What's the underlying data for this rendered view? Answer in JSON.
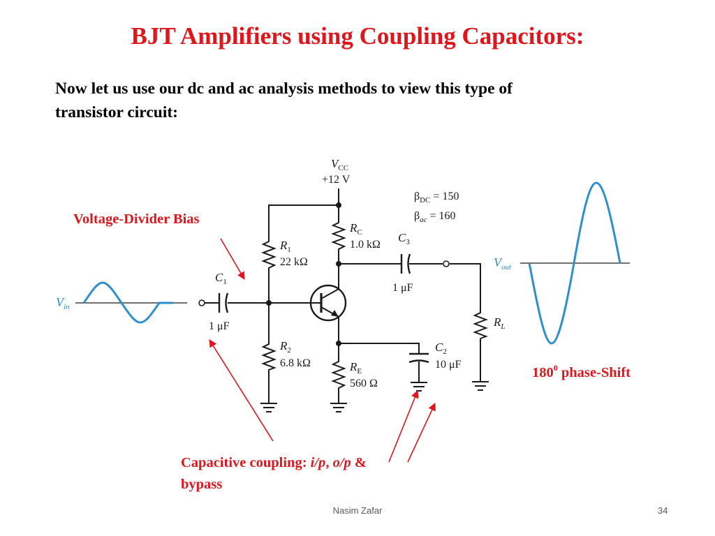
{
  "slide": {
    "title": "BJT Amplifiers using Coupling Capacitors:",
    "intro_line1": "Now let us use our dc and ac analysis methods to view this type of",
    "intro_line2": "transistor circuit:",
    "footer_author": "Nasim Zafar",
    "page_number": "34"
  },
  "annotations": {
    "voltage_divider": "Voltage-Divider Bias",
    "phase_shift_value": "180",
    "phase_shift_sup": "0",
    "phase_shift_text": " phase-Shift",
    "coupling_prefix": "Capacitive coupling: ",
    "coupling_ip": "i/p",
    "coupling_comma": ", ",
    "coupling_op": "o/p",
    "coupling_amp": " &",
    "coupling_line2": "bypass"
  },
  "circuit": {
    "vcc_main": "V",
    "vcc_sub": "CC",
    "vcc_value": "+12 V",
    "beta_dc_sym": "β",
    "beta_dc_sub": "DC",
    "beta_dc_val": " = 150",
    "beta_ac_sym": "β",
    "beta_ac_sub": "ac",
    "beta_ac_val": " = 160",
    "r1_main": "R",
    "r1_sub": "1",
    "r1_value": "22 kΩ",
    "r2_main": "R",
    "r2_sub": "2",
    "r2_value": "6.8 kΩ",
    "rc_main": "R",
    "rc_sub": "C",
    "rc_value": "1.0 kΩ",
    "re_main": "R",
    "re_sub": "E",
    "re_value": "560 Ω",
    "c1_main": "C",
    "c1_sub": "1",
    "c1_value": "1 μF",
    "c2_main": "C",
    "c2_sub": "2",
    "c2_value": "10 μF",
    "c3_main": "C",
    "c3_sub": "3",
    "c3_value": "1 μF",
    "rl_main": "R",
    "rl_sub": "L",
    "vin_main": "V",
    "vin_sub": "in",
    "vout_main": "V",
    "vout_sub": "out"
  },
  "colors": {
    "accent_red": "#e0161c",
    "waveform_blue": "#2e8fd0",
    "circuit_black": "#1a1a1a"
  }
}
